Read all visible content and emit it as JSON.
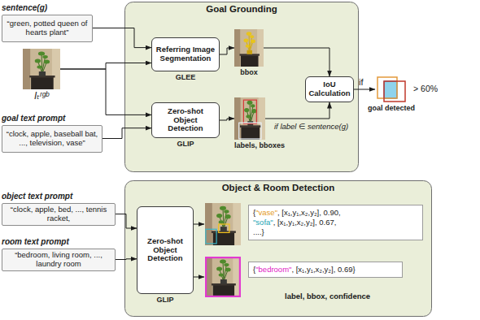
{
  "diagram": {
    "nodes": [
      {
        "text": [
          "sentence(g)",
          "“green, potted queen of hearts plant”"
        ]
      },
      {
        "text": [
          "Iₜʳᵍᵇ"
        ]
      },
      {
        "text": [
          "goal text prompt",
          "“clock, apple, baseball bat, ..., television, vase”"
        ]
      },
      {
        "text": [
          "Goal Grounding"
        ]
      },
      {
        "text": [
          "Referring Image Segmentation",
          "GLEE"
        ],
        "in": 3
      },
      {
        "text": [
          "Zero-shot Object Detection",
          "GLIP"
        ],
        "in": 3
      },
      {
        "text": [
          "bbox"
        ],
        "in": 3
      },
      {
        "text": [
          "labels, bboxes"
        ],
        "in": 3
      },
      {
        "text": [
          "IoU Calculation"
        ],
        "in": 3
      },
      {
        "text": [
          "goal detected"
        ]
      },
      {
        "text": [
          "Object & Room Detection"
        ]
      },
      {
        "text": [
          "object text prompt",
          "“clock, apple, bed, ..., tennis racket,"
        ]
      },
      {
        "text": [
          "room text prompt",
          "“bedroom, living room, ..., laundry room"
        ]
      },
      {
        "text": [
          "Zero-shot Object Detection",
          "GLIP"
        ],
        "in": 10
      },
      {
        "text": [
          "{",
          "\"vase\"",
          ", [x₁,y₁,x₂,y₂], 0.90,",
          "\"sofa\"",
          ", [x₁,y₁,x₂,y₂], 0.67,",
          "....}"
        ],
        "in": 10
      },
      {
        "text": [
          "{",
          "\"bedroom\"",
          ", [x₁,y₁,x₂,y₂], 0.69}"
        ],
        "in": 10
      }
    ],
    "edges": [
      {
        "from": 0,
        "to": 4,
        "arrow": "to"
      },
      {
        "from": 1,
        "to": 4,
        "arrow": "to"
      },
      {
        "from": 1,
        "to": 5,
        "arrow": "to"
      },
      {
        "from": 2,
        "to": 5,
        "arrow": "to"
      },
      {
        "from": 4,
        "to": 6,
        "arrow": "to"
      },
      {
        "from": 5,
        "to": 7,
        "arrow": "to"
      },
      {
        "from": 6,
        "to": 8,
        "arrow": "to"
      },
      {
        "from": 7,
        "to": 8,
        "arrow": "to",
        "label": "if label ∈ sentence(g)"
      },
      {
        "from": 8,
        "to": 9,
        "arrow": "to"
      },
      {
        "from": 11,
        "to": 13,
        "arrow": "to"
      },
      {
        "from": 12,
        "to": 13,
        "arrow": "to"
      }
    ],
    "labels": [
      "if",
      "> 60%",
      "label, bbox, confidence"
    ]
  }
}
